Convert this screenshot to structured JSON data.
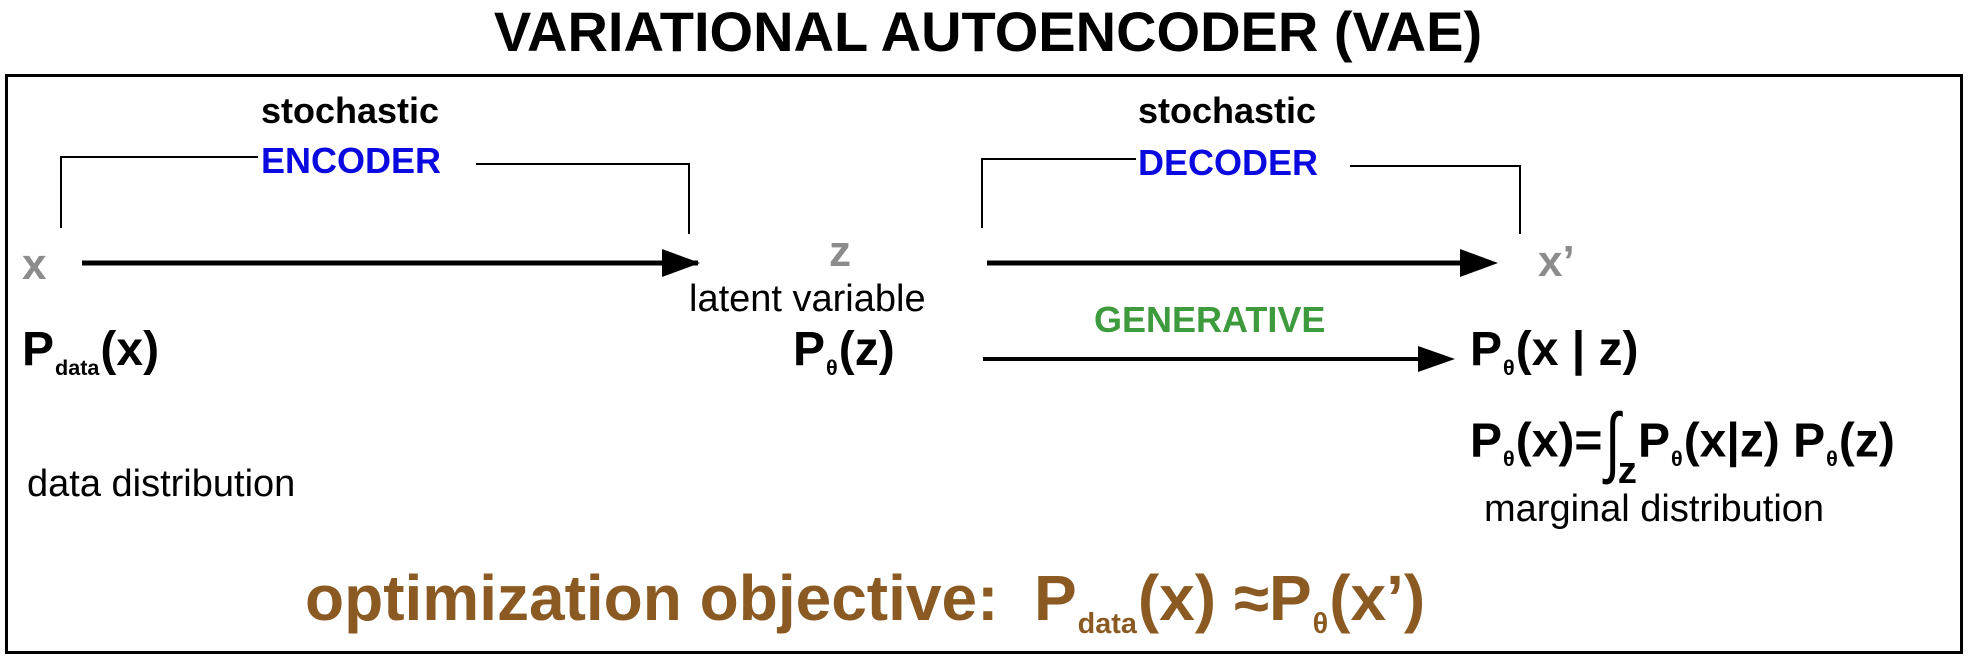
{
  "title": "VARIATIONAL AUTOENCODER (VAE)",
  "encoder": {
    "qualifier": "stochastic",
    "label": "ENCODER"
  },
  "decoder": {
    "qualifier": "stochastic",
    "label": "DECODER"
  },
  "input": {
    "symbol": "x",
    "dist_p": "P",
    "dist_sub": "data",
    "dist_arg": "(x)",
    "caption": "data distribution"
  },
  "latent": {
    "symbol": "z",
    "caption": "latent variable",
    "dist_p": "P",
    "dist_sub": "θ",
    "dist_arg": "(z)"
  },
  "output": {
    "symbol": "x’",
    "cond_p": "P",
    "cond_sub": "θ",
    "cond_arg": "(x | z)",
    "marginal": {
      "lhs_p": "P",
      "lhs_sub": "θ",
      "lhs_arg": "(x)=",
      "integral": "∫",
      "integral_sub": "z",
      "t1_p": "P",
      "t1_sub": "θ",
      "t1_arg": "(x|z)",
      "t2_p": "P",
      "t2_sub": "θ",
      "t2_arg": "(z)"
    },
    "caption": "marginal distribution"
  },
  "generative": {
    "label": "GENERATIVE"
  },
  "objective": {
    "label": "optimization objective:",
    "lhs_p": "P",
    "lhs_sub": "data",
    "lhs_arg": "(x)",
    "approx": "≈",
    "rhs_p": "P",
    "rhs_sub": "θ",
    "rhs_arg": "(x’)"
  },
  "colors": {
    "encoder_decoder": "#0a0ae0",
    "generative": "#3d9a3d",
    "objective": "#8b5a22",
    "symbols": "#8c8c8c"
  }
}
